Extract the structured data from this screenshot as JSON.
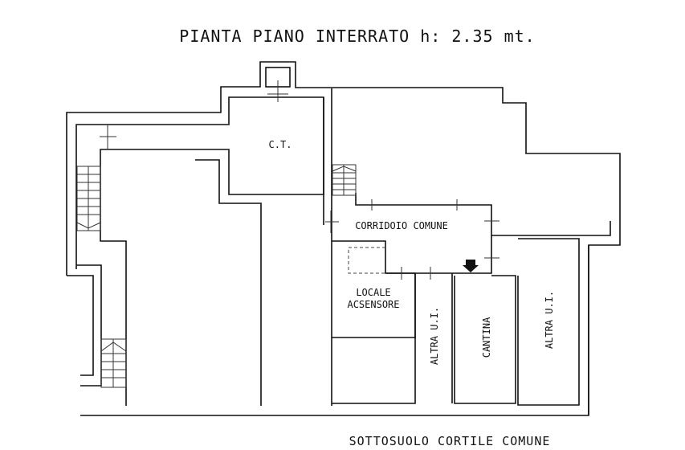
{
  "title": "PIANTA PIANO INTERRATO h: 2.35 mt.",
  "rooms": {
    "ct": "C.T.",
    "corridoio": "CORRIDOIO COMUNE",
    "locale_line1": "LOCALE",
    "locale_line2": "ACSENSORE",
    "altra_ui_left": "ALTRA U.I.",
    "cantina": "CANTINA",
    "altra_ui_right": "ALTRA U.I."
  },
  "footer": "SOTTOSUOLO CORTILE COMUNE"
}
